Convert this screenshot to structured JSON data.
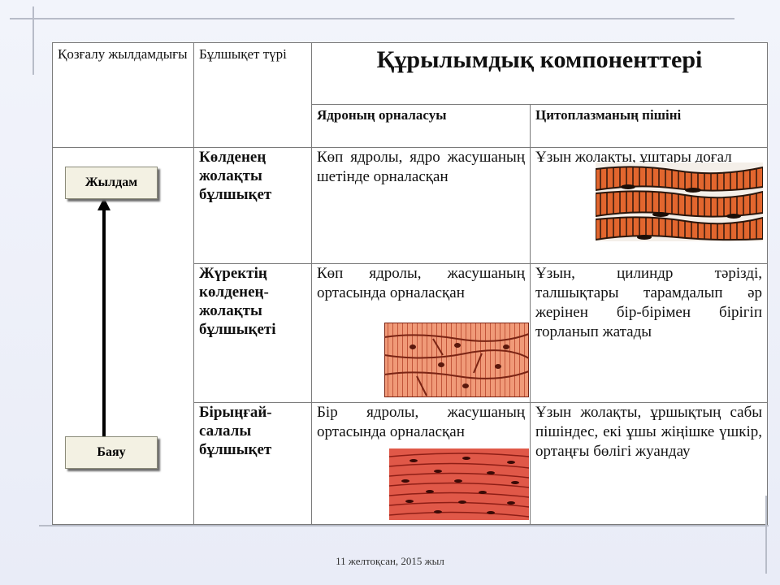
{
  "table": {
    "header": {
      "speed": "Қозғалу жылдамдығы",
      "type": "Бұлшықет түрі",
      "components": "Құрылымдық компоненттері",
      "nucleus": "Ядроның орналасуы",
      "cytoplasm": "Цитоплазманың пішіні"
    },
    "rows": [
      {
        "type": "Көлденең жолақты бұлшықет",
        "nucleus": "Көп ядролы, ядро жасушаның шетінде орналасқан",
        "cytoplasm": "Ұзын жолақты, ұштары доғал"
      },
      {
        "type": "Жүректің көлденең-жолақты бұлшықеті",
        "nucleus": "Көп ядролы, жасушаның ортасында орналасқан",
        "cytoplasm": "Ұзын, цилиндр тәрізді, талшықтары тарамдалып әр жерінен бір-бірімен бірігіп торланып жатады"
      },
      {
        "type": "Бірыңғай-салалы бұлшықет",
        "nucleus": "Бір ядролы, жасушаның ортасында орналасқан",
        "cytoplasm": "Ұзын жолақты, ұршықтың сабы пішіндес, екі ұшы жіңішке үшкір, ортаңғы бөлігі жуандау"
      }
    ]
  },
  "speed_scale": {
    "fast": "Жылдам",
    "slow": "Баяу"
  },
  "footer": {
    "date": "11 желтоқсан, 2015 жыл"
  },
  "colors": {
    "muscle_orange": "#e2662e",
    "muscle_dark": "#2b160c",
    "cardiac_light": "#f09a78",
    "smooth_red": "#d8483a",
    "button_bg": "#f3f1e3"
  }
}
